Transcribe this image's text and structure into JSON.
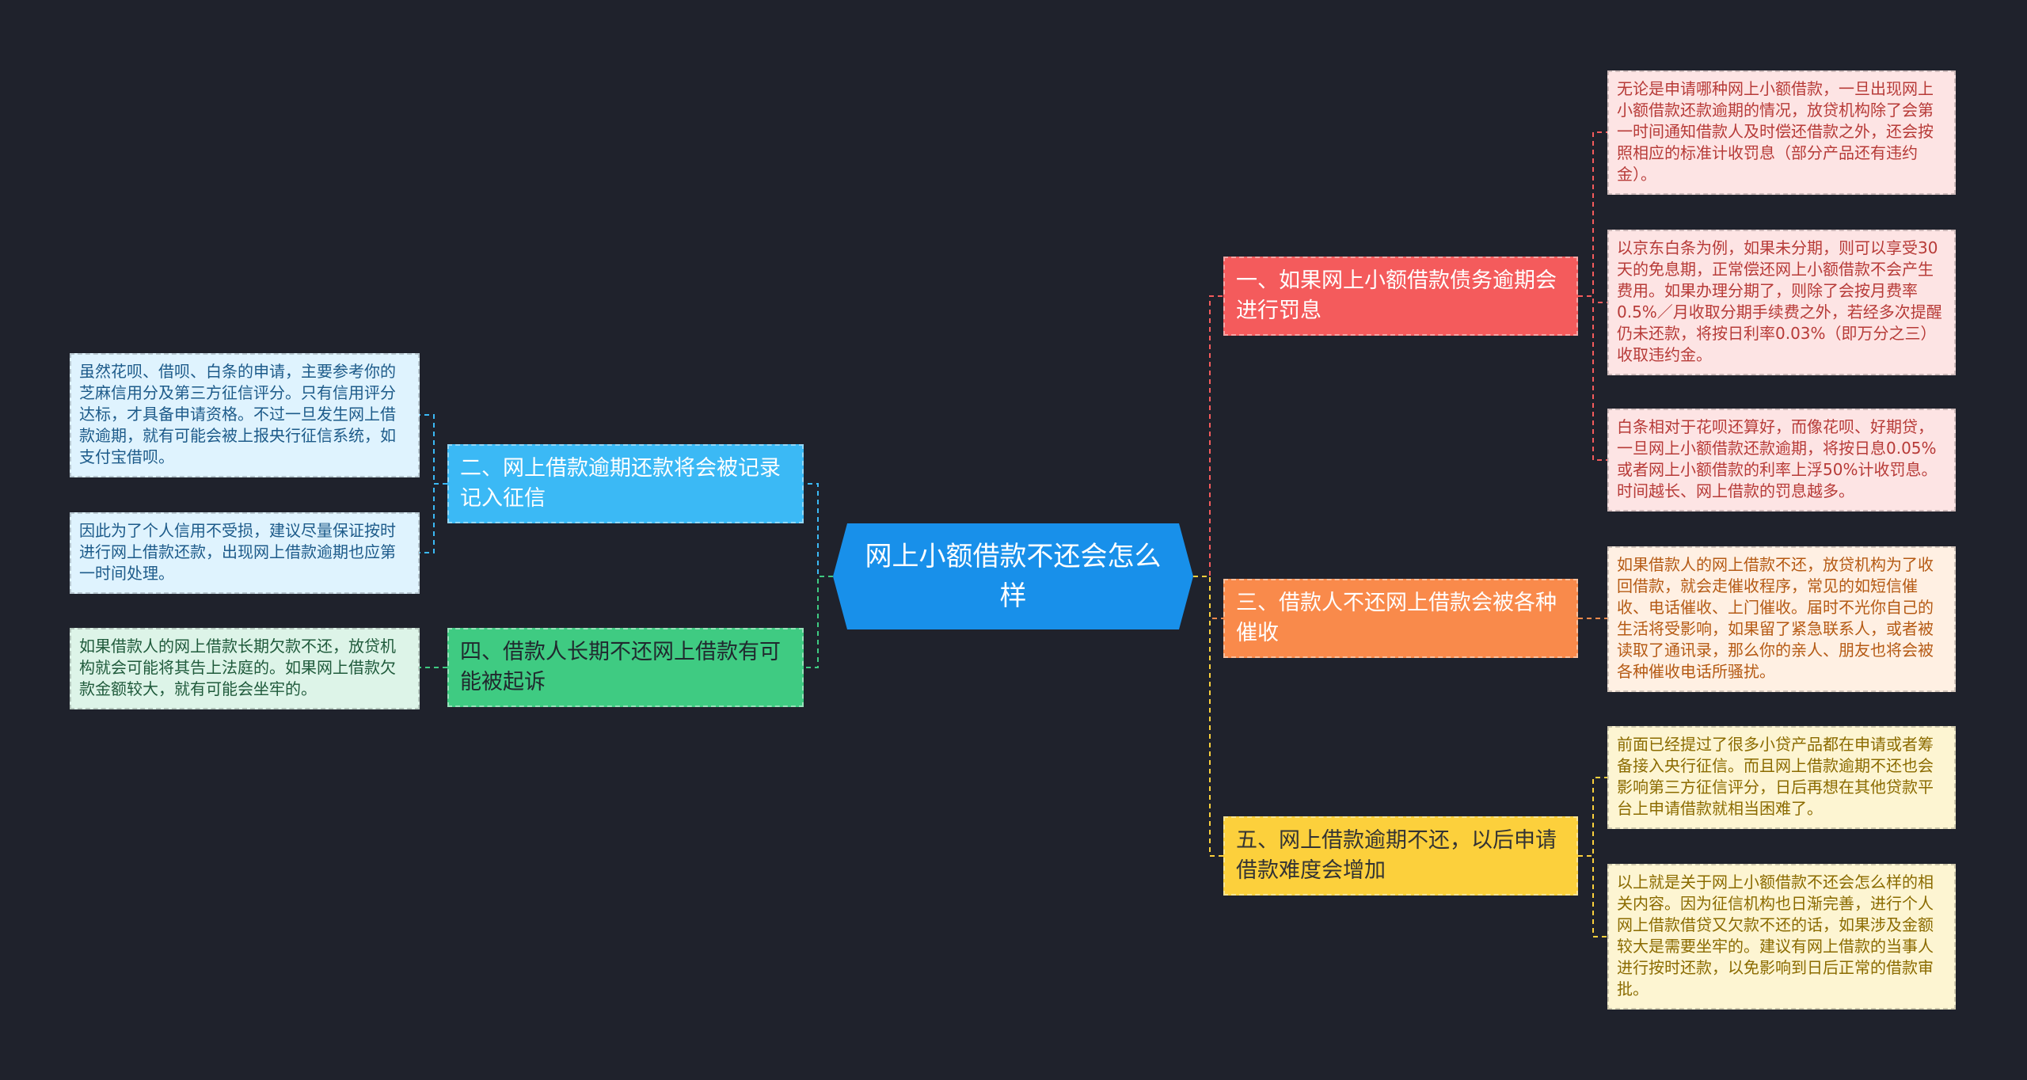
{
  "colors": {
    "background": "#1f222c",
    "root": "#1890ea",
    "branch_1": "#f45b5c",
    "branch_2": "#3bb9f5",
    "branch_3": "#f98a4b",
    "branch_4": "#3fcb82",
    "branch_5": "#fcd03c"
  },
  "root": {
    "text": "网上小额借款不还会怎么样"
  },
  "branches": {
    "b1": {
      "text": "一、如果网上小额借款债务逾期会进行罚息"
    },
    "b2": {
      "text": "二、网上借款逾期还款将会被记录记入征信"
    },
    "b3": {
      "text": "三、借款人不还网上借款会被各种催收"
    },
    "b4": {
      "text": "四、借款人长期不还网上借款有可能被起诉"
    },
    "b5": {
      "text": "五、网上借款逾期不还，以后申请借款难度会增加"
    }
  },
  "leaves": {
    "l1": {
      "text": "无论是申请哪种网上小额借款，一旦出现网上小额借款还款逾期的情况，放贷机构除了会第一时间通知借款人及时偿还借款之外，还会按照相应的标准计收罚息（部分产品还有违约金）。"
    },
    "l2": {
      "text": "以京东白条为例，如果未分期，则可以享受30天的免息期，正常偿还网上小额借款不会产生费用。如果办理分期了，则除了会按月费率0.5%／月收取分期手续费之外，若经多次提醒仍未还款，将按日利率0.03%（即万分之三）收取违约金。"
    },
    "l3": {
      "text": "白条相对于花呗还算好，而像花呗、好期贷，一旦网上小额借款还款逾期，将按日息0.05%或者网上小额借款的利率上浮50%计收罚息。时间越长、网上借款的罚息越多。"
    },
    "l4": {
      "text": "如果借款人的网上借款不还，放贷机构为了收回借款，就会走催收程序，常见的如短信催收、电话催收、上门催收。届时不光你自己的生活将受影响，如果留了紧急联系人，或者被读取了通讯录，那么你的亲人、朋友也将会被各种催收电话所骚扰。"
    },
    "l5": {
      "text": "前面已经提过了很多小贷产品都在申请或者筹备接入央行征信。而且网上借款逾期不还也会影响第三方征信评分，日后再想在其他贷款平台上申请借款就相当困难了。"
    },
    "l6": {
      "text": "以上就是关于网上小额借款不还会怎么样的相关内容。因为征信机构也日渐完善，进行个人网上借款借贷又欠款不还的话，如果涉及金额较大是需要坐牢的。建议有网上借款的当事人进行按时还款，以免影响到日后正常的借款审批。"
    },
    "l7": {
      "text": "虽然花呗、借呗、白条的申请，主要参考你的芝麻信用分及第三方征信评分。只有信用评分达标，才具备申请资格。不过一旦发生网上借款逾期，就有可能会被上报央行征信系统，如支付宝借呗。"
    },
    "l8": {
      "text": "因此为了个人信用不受损，建议尽量保证按时进行网上借款还款，出现网上借款逾期也应第一时间处理。"
    },
    "l9": {
      "text": "如果借款人的网上借款长期欠款不还，放贷机构就会可能将其告上法庭的。如果网上借款欠款金额较大，就有可能会坐牢的。"
    }
  }
}
